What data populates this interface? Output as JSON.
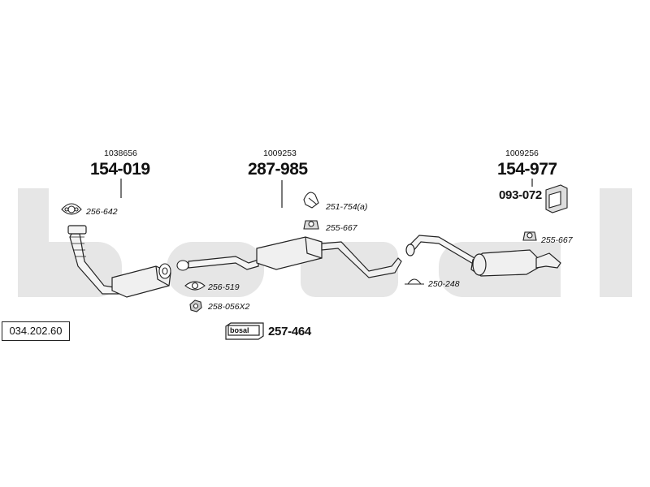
{
  "reference": "034.202.60",
  "watermark": "bosal",
  "groups": [
    {
      "part_id": "1038656",
      "code": "154-019"
    },
    {
      "part_id": "1009253",
      "code": "287-985"
    },
    {
      "part_id": "1009256",
      "code": "154-977"
    }
  ],
  "secondary_code": "093-072",
  "parts": [
    {
      "code": "256-642"
    },
    {
      "code": "251-754(a)"
    },
    {
      "code": "255-667"
    },
    {
      "code": "255-667"
    },
    {
      "code": "256-519"
    },
    {
      "code": "258-056X2"
    },
    {
      "code": "250-248"
    }
  ],
  "kit": {
    "logo": "bosal",
    "code": "257-464"
  }
}
